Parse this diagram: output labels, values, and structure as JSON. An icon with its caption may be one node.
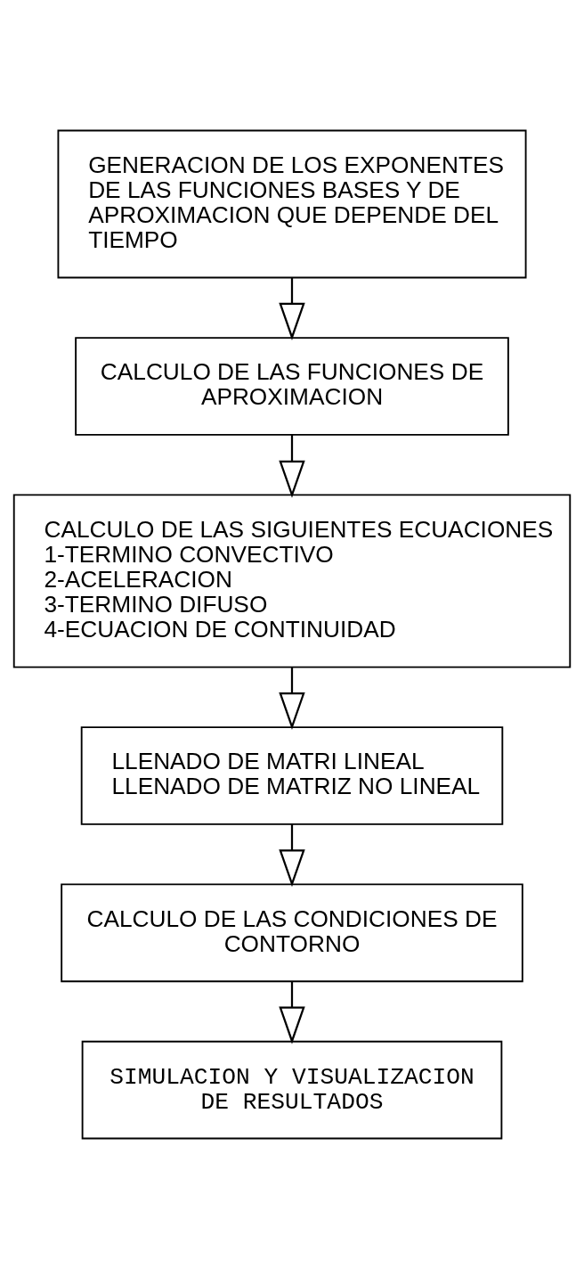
{
  "diagram": {
    "nodes": [
      {
        "text": [
          "GENERACION DE LOS EXPONENTES DE LAS FUNCIONES BASES Y DE APROXIMACION QUE DEPENDE DEL TIEMPO"
        ]
      },
      {
        "text": [
          "CALCULO DE LAS FUNCIONES DE APROXIMACION"
        ]
      },
      {
        "text": [
          "CALCULO DE LAS SIGUIENTES ECUACIONES",
          "1-TERMINO CONVECTIVO",
          "2-ACELERACION",
          "3-TERMINO DIFUSO",
          "4-ECUACION DE CONTINUIDAD"
        ]
      },
      {
        "text": [
          "LLENADO DE MATRI LINEAL",
          "LLENADO DE MATRIZ NO LINEAL"
        ]
      },
      {
        "text": [
          "CALCULO DE LAS CONDICIONES DE CONTORNO"
        ]
      },
      {
        "text": [
          "SIMULACION Y VISUALIZACION DE RESULTADOS"
        ]
      }
    ],
    "edges": [
      {
        "from": 0,
        "to": 1,
        "arrow": "to"
      },
      {
        "from": 1,
        "to": 2,
        "arrow": "to"
      },
      {
        "from": 2,
        "to": 3,
        "arrow": "to"
      },
      {
        "from": 3,
        "to": 4,
        "arrow": "to"
      },
      {
        "from": 4,
        "to": 5,
        "arrow": "to"
      }
    ]
  }
}
